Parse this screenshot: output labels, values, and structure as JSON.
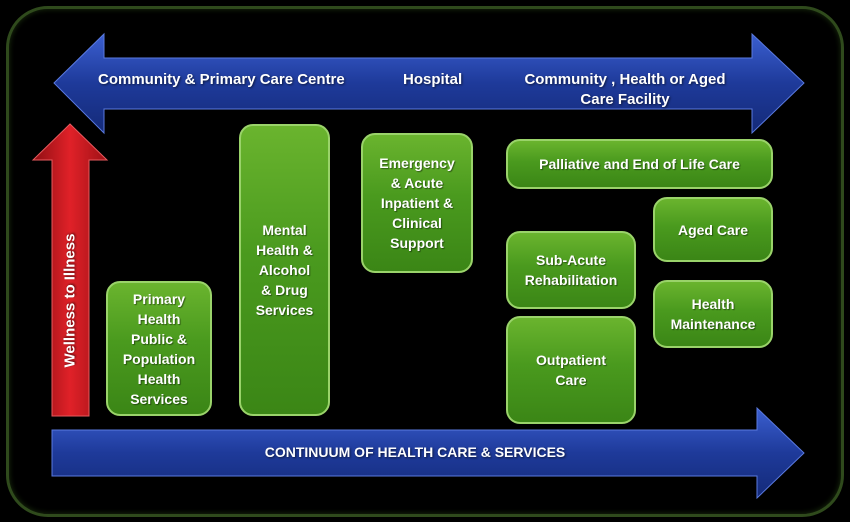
{
  "top_arrow": {
    "label_community_primary": "Community  & Primary Care Centre",
    "label_hospital": "Hospital",
    "label_community_facility_line1": "Community  , Health or Aged",
    "label_community_facility_line2": "Care  Facility"
  },
  "vertical_arrow": {
    "label": "Wellness to Illness"
  },
  "bottom_arrow": {
    "label": "CONTINUUM OF HEALTH CARE & SERVICES"
  },
  "boxes": {
    "primary_health": "Primary\nHealth\nPublic &\nPopulation\nHealth\nServices",
    "mental_health": "Mental\nHealth &\nAlcohol\n& Drug\nServices",
    "emergency": "Emergency\n& Acute\nInpatient &\nClinical\nSupport",
    "palliative": "Palliative and End of Life Care",
    "aged_care": "Aged Care",
    "sub_acute": "Sub-Acute\nRehabilitation",
    "health_maintenance": "Health\nMaintenance",
    "outpatient": "Outpatient\nCare"
  },
  "colors": {
    "background": "#000000",
    "arrow_blue": "#1f3f9e",
    "arrow_red": "#c4161c",
    "box_green": "#4a9a1e",
    "frame_green": "#2f4a1c"
  }
}
